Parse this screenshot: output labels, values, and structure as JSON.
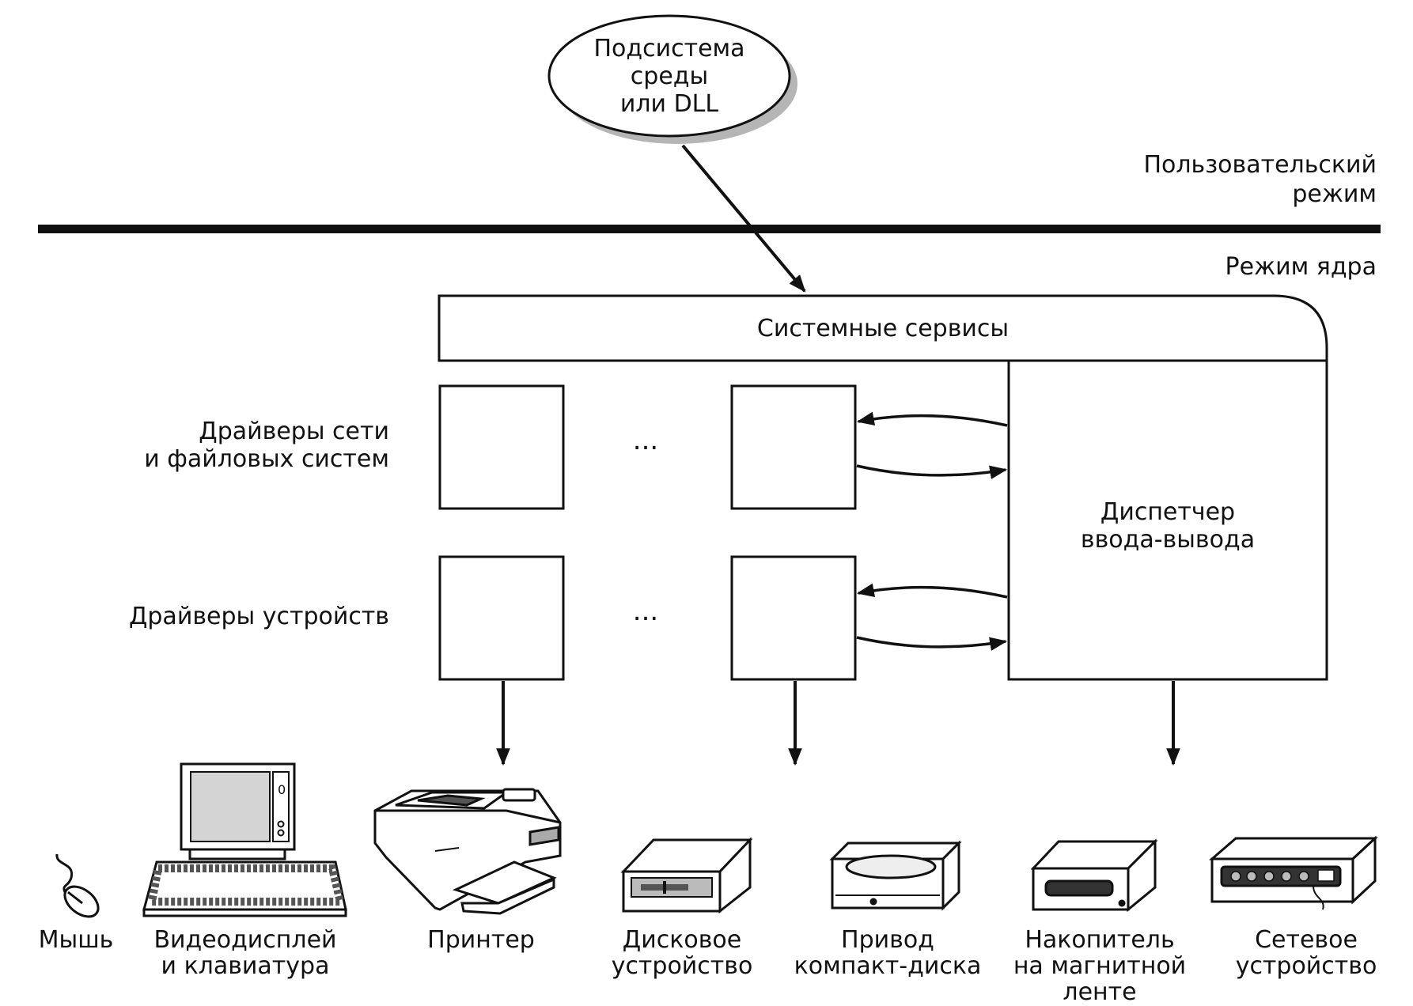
{
  "subsystem": {
    "lines": [
      "Подсистема",
      "среды",
      "или DLL"
    ]
  },
  "modes": {
    "user_lines": [
      "Пользовательский",
      "режим"
    ],
    "kernel": "Режим ядра"
  },
  "system_services": "Системные сервисы",
  "io_manager": {
    "lines": [
      "Диспетчер",
      "ввода-вывода"
    ]
  },
  "row_labels": {
    "network_fs_lines": [
      "Драйверы сети",
      "и файловых систем"
    ],
    "device_drivers": "Драйверы устройств"
  },
  "ellipsis": "...",
  "devices": [
    {
      "icon": "mouse-icon",
      "lines": [
        "Мышь"
      ]
    },
    {
      "icon": "monitor-keyboard-icon",
      "lines": [
        "Видеодисплей",
        "и клавиатура"
      ]
    },
    {
      "icon": "printer-icon",
      "lines": [
        "Принтер"
      ]
    },
    {
      "icon": "disk-drive-icon",
      "lines": [
        "Дисковое",
        "устройство"
      ]
    },
    {
      "icon": "cd-drive-icon",
      "lines": [
        "Привод",
        "компакт-диска"
      ]
    },
    {
      "icon": "tape-drive-icon",
      "lines": [
        "Накопитель",
        "на магнитной",
        "ленте"
      ]
    },
    {
      "icon": "network-device-icon",
      "lines": [
        "Сетевое",
        "устройство"
      ]
    }
  ],
  "colors": {
    "stroke": "#111111",
    "shadow": "#b5b5b5",
    "screen": "#d4d4d4"
  }
}
